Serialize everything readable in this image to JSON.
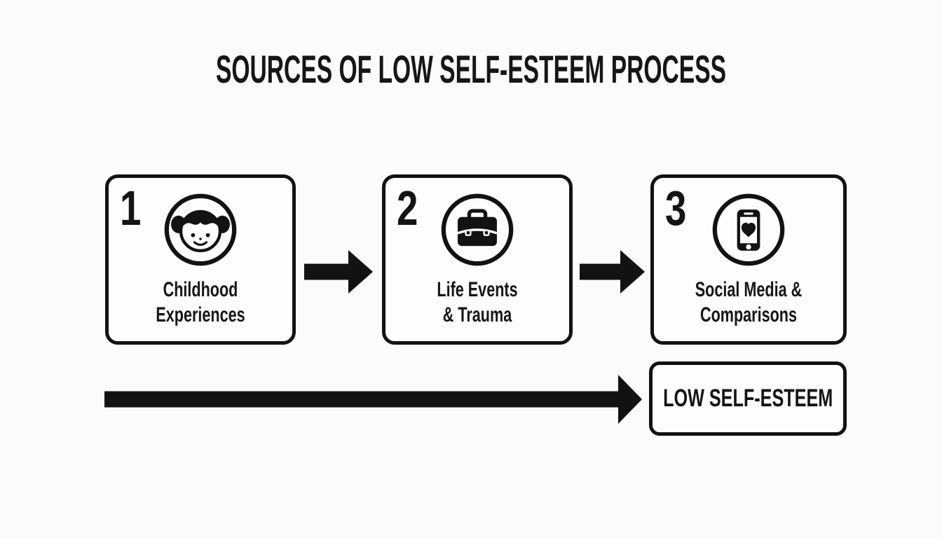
{
  "title": "SOURCES OF LOW SELF-ESTEEM PROCESS",
  "steps": [
    {
      "number": "1",
      "label_line1": "Childhood",
      "label_line2": "Experiences",
      "icon": "child-face-icon"
    },
    {
      "number": "2",
      "label_line1": "Life Events",
      "label_line2": "& Trauma",
      "icon": "briefcase-icon"
    },
    {
      "number": "3",
      "label_line1": "Social Media &",
      "label_line2": "Comparisons",
      "icon": "phone-heart-icon"
    }
  ],
  "result": {
    "label": "LOW SELF-ESTEEM"
  },
  "colors": {
    "ink": "#121212",
    "background": "#fafbfa",
    "box_fill": "#fdfdfd"
  }
}
